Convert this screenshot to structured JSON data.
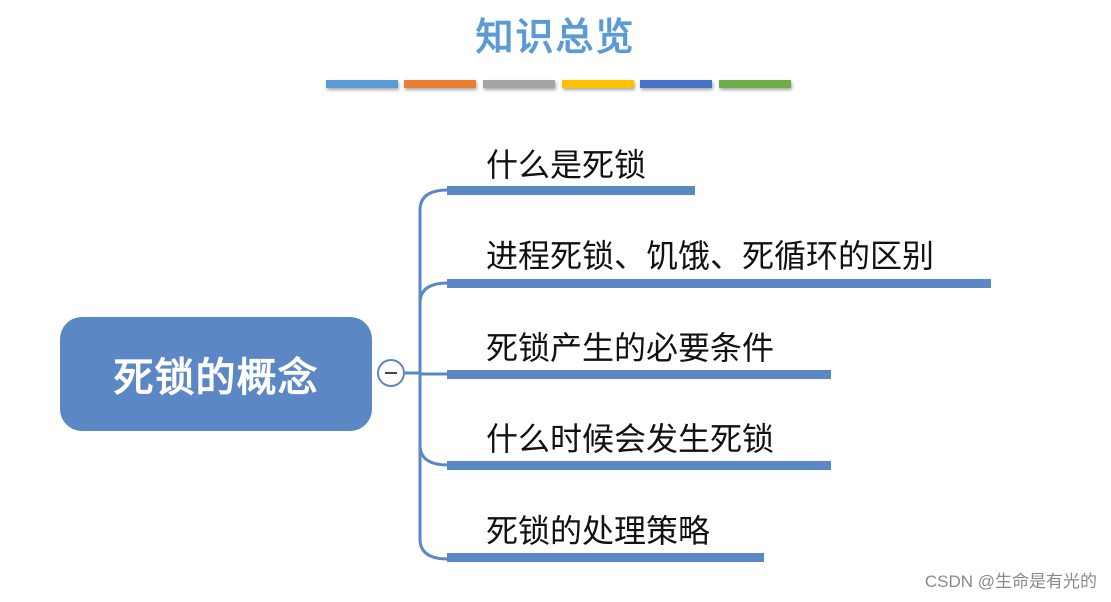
{
  "title": "知识总览",
  "color_bars": [
    "#5b9bd5",
    "#ed7d31",
    "#a5a5a5",
    "#ffc000",
    "#4472c4",
    "#70ad47"
  ],
  "root": {
    "label": "死锁的概念",
    "color": "#5b87c5"
  },
  "branches": [
    {
      "label": "什么是死锁"
    },
    {
      "label": "进程死锁、饥饿、死循环的区别"
    },
    {
      "label": "死锁产生的必要条件"
    },
    {
      "label": "什么时候会发生死锁"
    },
    {
      "label": "死锁的处理策略"
    }
  ],
  "watermark": "CSDN @生命是有光的"
}
